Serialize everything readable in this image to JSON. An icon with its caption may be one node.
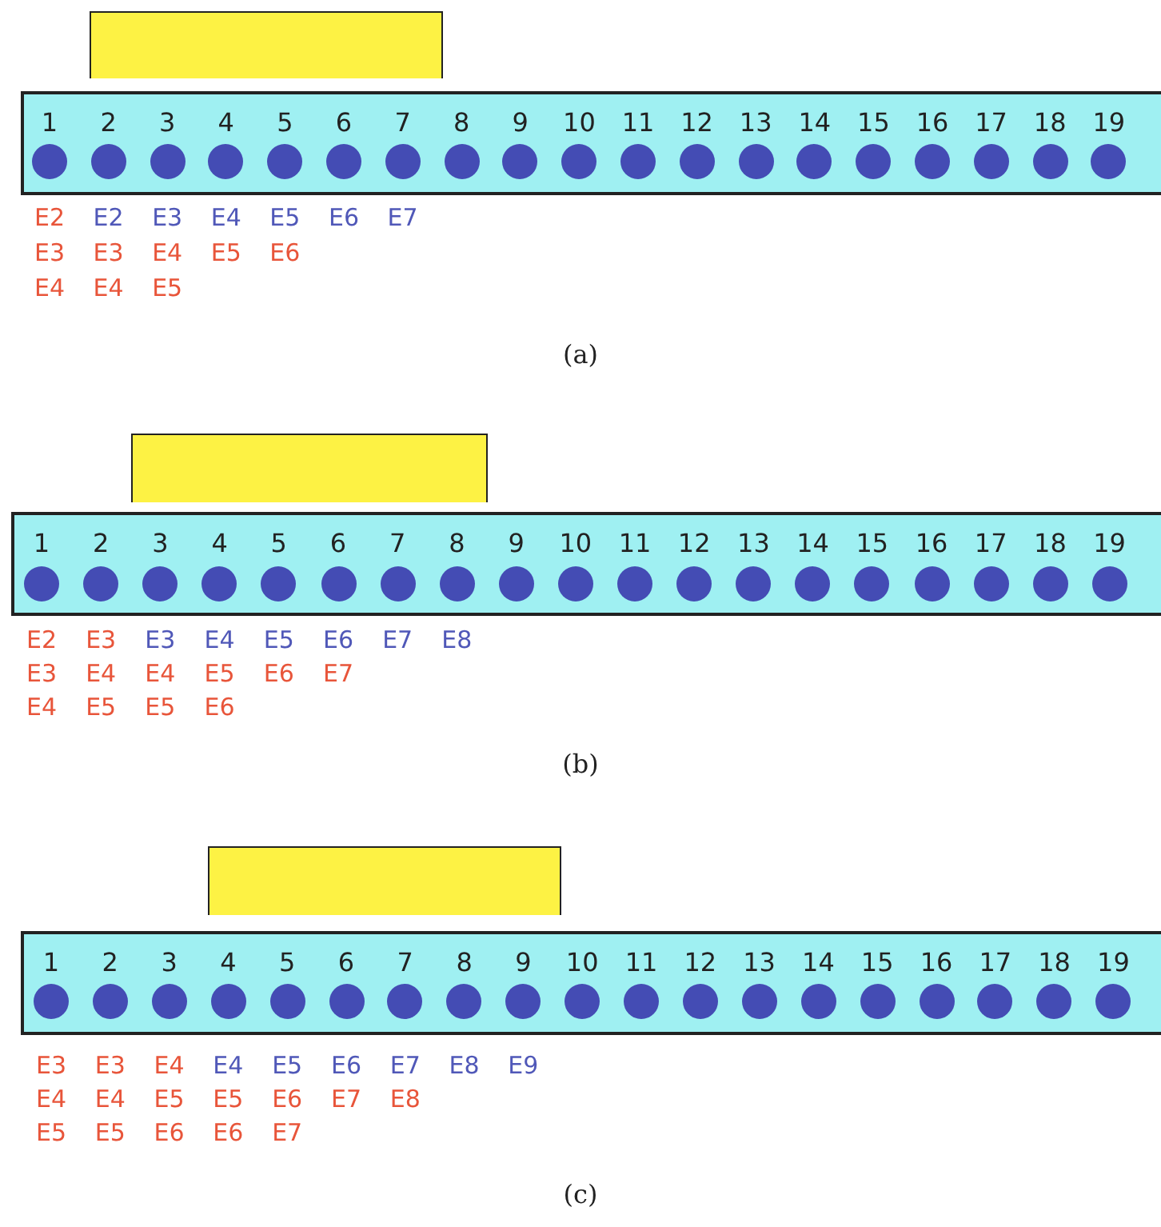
{
  "diagram": {
    "labels": [
      "1",
      "2",
      "3",
      "4",
      "5",
      "6",
      "7",
      "8",
      "9",
      "10",
      "11",
      "12",
      "13",
      "14",
      "15",
      "16",
      "17",
      "18",
      "19",
      "E2",
      "E2",
      "E3",
      "E4",
      "E5",
      "E6",
      "E7",
      "E3",
      "E3",
      "E4",
      "E5",
      "E6",
      "E4",
      "E4",
      "E5",
      "(a)",
      "1",
      "2",
      "3",
      "4",
      "5",
      "6",
      "7",
      "8",
      "9",
      "10",
      "11",
      "12",
      "13",
      "14",
      "15",
      "16",
      "17",
      "18",
      "19",
      "E2",
      "E3",
      "E3",
      "E4",
      "E5",
      "E6",
      "E7",
      "E8",
      "E3",
      "E4",
      "E4",
      "E5",
      "E6",
      "E7",
      "E4",
      "E5",
      "E5",
      "E6",
      "(b)",
      "1",
      "2",
      "3",
      "4",
      "5",
      "6",
      "7",
      "8",
      "9",
      "10",
      "11",
      "12",
      "13",
      "14",
      "15",
      "16",
      "17",
      "18",
      "19",
      "E3",
      "E3",
      "E4",
      "E4",
      "E5",
      "E6",
      "E7",
      "E8",
      "E9",
      "E4",
      "E4",
      "E5",
      "E5",
      "E6",
      "E7",
      "E8",
      "E5",
      "E5",
      "E6",
      "E6",
      "E7",
      "(c)"
    ]
  }
}
